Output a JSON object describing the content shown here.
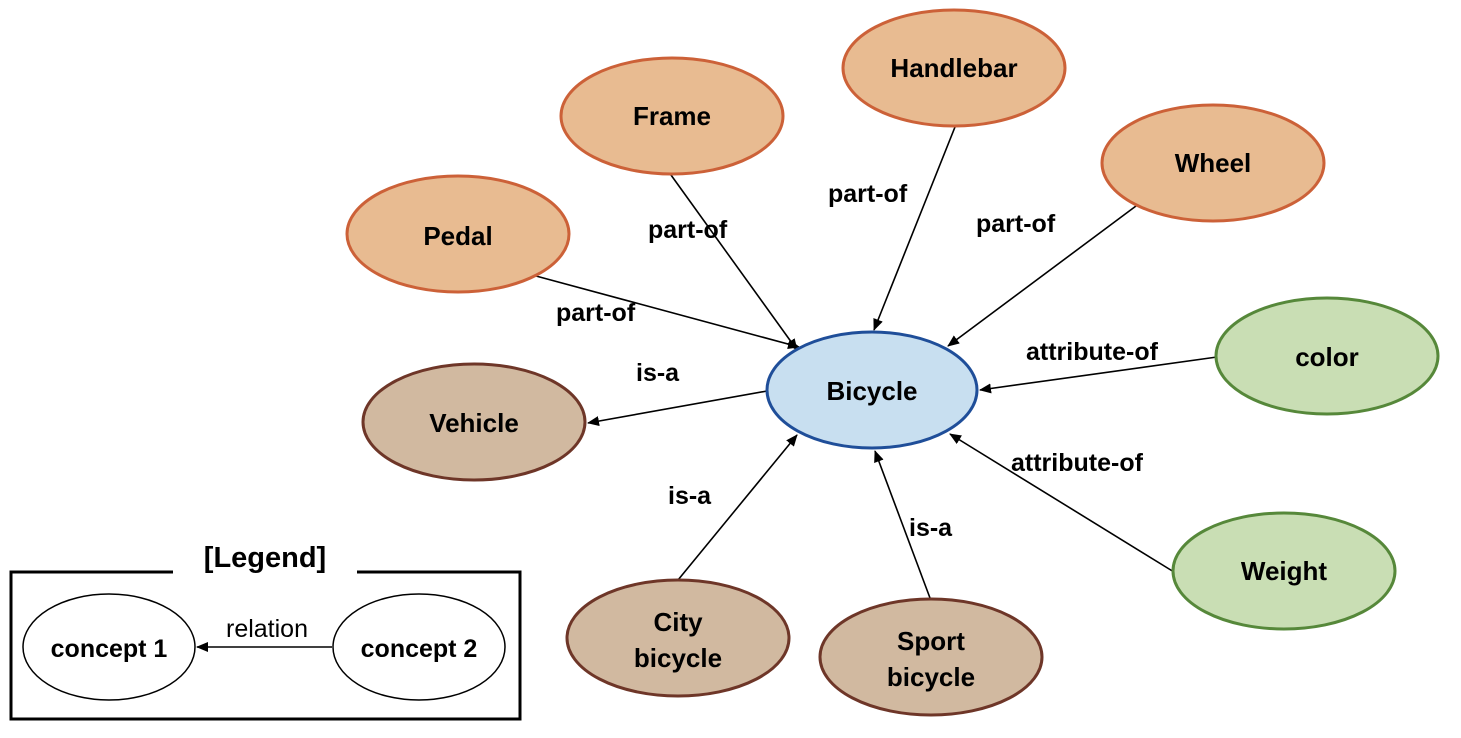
{
  "nodes": {
    "bicycle": "Bicycle",
    "handlebar": "Handlebar",
    "frame": "Frame",
    "wheel": "Wheel",
    "pedal": "Pedal",
    "vehicle": "Vehicle",
    "color": "color",
    "weight": "Weight",
    "city": [
      "City",
      "bicycle"
    ],
    "sport": [
      "Sport",
      "bicycle"
    ]
  },
  "edges": {
    "frame_part_of": "part-of",
    "handlebar_part_of": "part-of",
    "wheel_part_of": "part-of",
    "pedal_part_of": "part-of",
    "vehicle_is_a": "is-a",
    "color_attribute_of": "attribute-of",
    "weight_attribute_of": "attribute-of",
    "city_is_a": "is-a",
    "sport_is_a": "is-a"
  },
  "legend": {
    "title": "[Legend]",
    "concept1": "concept 1",
    "concept2": "concept 2",
    "relation": "relation"
  },
  "colors": {
    "part": {
      "fill": "#e8bb91",
      "stroke": "#cc6138"
    },
    "attribute": {
      "fill": "#c9deb4",
      "stroke": "#56883a"
    },
    "category": {
      "fill": "#d1b9a0",
      "stroke": "#6e3628"
    },
    "center": {
      "fill": "#c8dff0",
      "stroke": "#1f4e99"
    }
  }
}
